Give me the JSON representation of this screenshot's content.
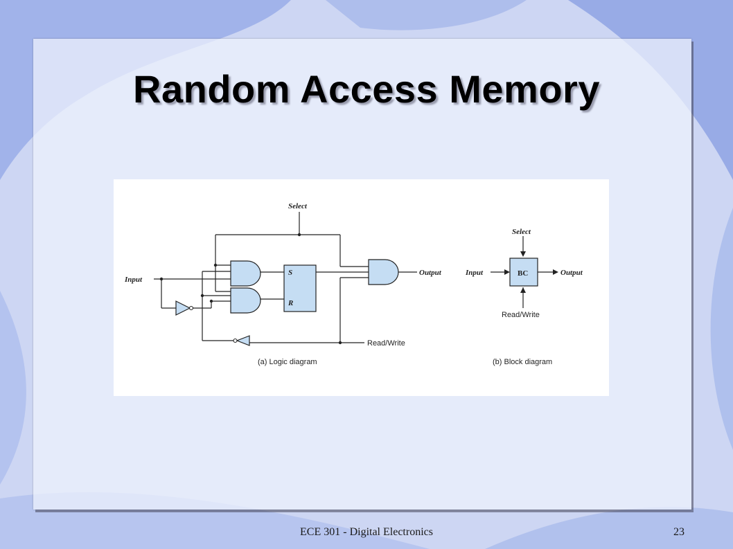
{
  "slide": {
    "title": "Random Access Memory",
    "footer_text": "ECE 301 - Digital Electronics",
    "page_number": "23"
  },
  "logic_diagram": {
    "select_label": "Select",
    "input_label": "Input",
    "output_label": "Output",
    "s_label": "S",
    "r_label": "R",
    "read_write_label": "Read/Write",
    "caption": "(a) Logic diagram"
  },
  "block_diagram": {
    "select_label": "Select",
    "input_label": "Input",
    "bc_label": "BC",
    "output_label": "Output",
    "read_write_label": "Read/Write",
    "caption": "(b) Block diagram"
  },
  "colors": {
    "background": "#c9d3f2",
    "swirl_blue": "#7f97e0",
    "gate_fill": "#c5ddf3",
    "wire": "#222222"
  }
}
